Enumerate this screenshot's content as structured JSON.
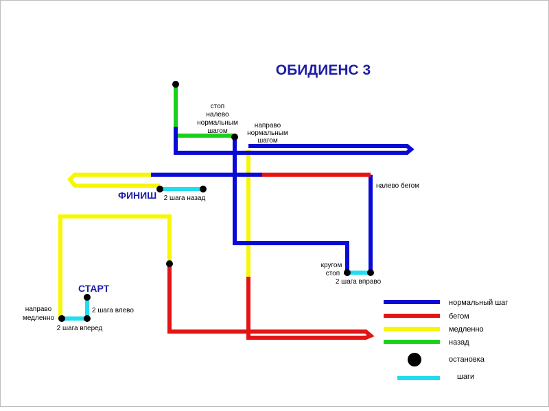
{
  "title": "ОБИДИЕНС 3",
  "colors": {
    "normal": "#0a0ad6",
    "run": "#e41414",
    "slow": "#f6f605",
    "back": "#19d119",
    "steps": "#22dcef",
    "stop": "#000000"
  },
  "labels": {
    "start": "СТАРТ",
    "finish": "ФИНИШ",
    "right_slow_1": "направо",
    "right_slow_2": "медленно",
    "steps_left": "2 шага влево",
    "steps_forward": "2 шага вперед",
    "steps_back": "2 шага назад",
    "steps_right": "2 шага вправо",
    "stop_left_1": "стоп",
    "stop_left_2": "налево",
    "stop_left_3": "нормальным",
    "stop_left_4": "шагом",
    "right_normal_1": "направо",
    "right_normal_2": "нормальным",
    "right_normal_3": "шагом",
    "left_run": "налево бегом",
    "turn_stop_1": "кругом",
    "turn_stop_2": "стоп"
  },
  "legend": {
    "normal": "нормальный шаг",
    "run": "бегом",
    "slow": "медленно",
    "back": "назад",
    "stop": "остановка",
    "steps": "шаги"
  }
}
